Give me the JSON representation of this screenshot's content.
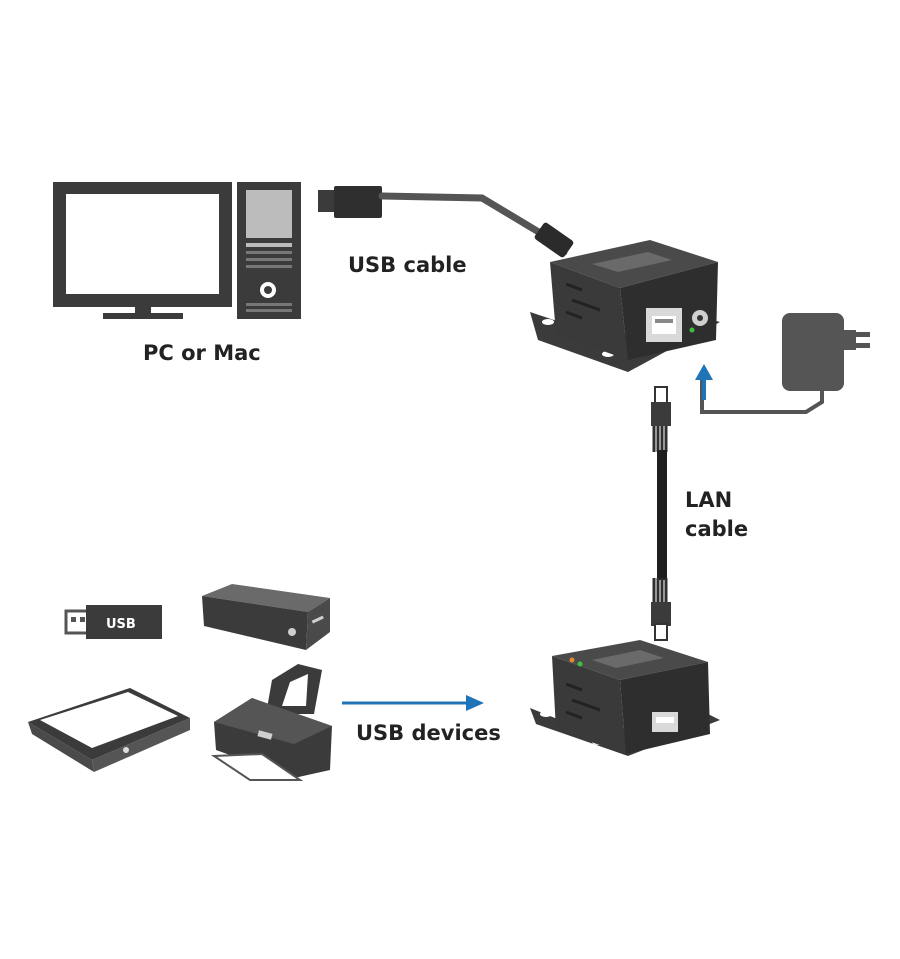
{
  "labels": {
    "pc": "PC or Mac",
    "usb_cable": "USB cable",
    "lan_line1": "LAN",
    "lan_line2": "cable",
    "usb_devices": "USB devices",
    "usb_stick": "USB"
  },
  "colors": {
    "device_dark": "#3b3b3b",
    "device_mid": "#5a5a5a",
    "screen_fill": "#ffffff",
    "cable": "#2b2b2b",
    "arrow_blue": "#1f74b8",
    "text": "#222222"
  },
  "icons": [
    "monitor-icon",
    "pc-tower-icon",
    "usb-plug-icon",
    "power-adapter-icon",
    "usb-stick-icon",
    "power-bank-icon",
    "scanner-icon",
    "printer-icon"
  ]
}
